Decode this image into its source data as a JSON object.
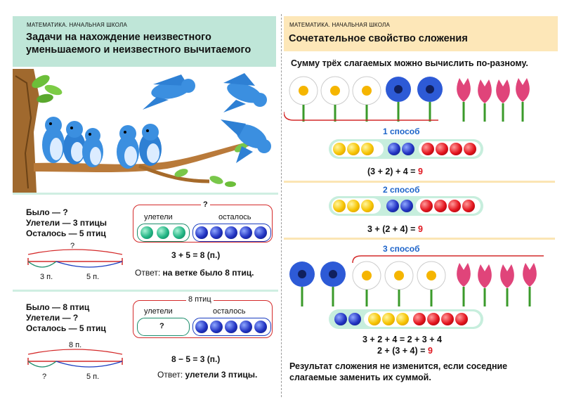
{
  "left": {
    "series": "МАТЕМАТИКА. НАЧАЛЬНАЯ ШКОЛА",
    "title_line1": "Задачи на нахождение неизвестного",
    "title_line2": "уменьшаемого и неизвестного вычитаемого",
    "task1": {
      "line1": "Было — ?",
      "line2": "Улетели — 3 птицы",
      "line3": "Осталось — 5 птиц",
      "q": "?",
      "seg1": "3 п.",
      "seg2": "5 п.",
      "box_q": "?",
      "flew_label": "улетели",
      "left_label": "осталось",
      "equation": "3 + 5 = 8 (п.)",
      "answer_prefix": "Ответ:",
      "answer_text": "на ветке было 8 птиц."
    },
    "task2": {
      "line1": "Было — 8 птиц",
      "line2": "Улетели — ?",
      "line3": "Осталось — 5 птиц",
      "top": "8 п.",
      "seg1": "?",
      "seg2": "5 п.",
      "box_top": "8 птиц",
      "flew_label": "улетели",
      "left_label": "осталось",
      "unknown": "?",
      "equation": "8 − 5 = 3 (п.)",
      "answer_prefix": "Ответ:",
      "answer_text": "улетели 3 птицы."
    }
  },
  "right": {
    "series": "МАТЕМАТИКА. НАЧАЛЬНАЯ ШКОЛА",
    "title": "Сочетательное свойство сложения",
    "intro": "Сумму трёх слагаемых можно вычислить по-разному.",
    "way1": "1 способ",
    "eq1_main": "(3 + 2) + 4 =",
    "eq1_res": "9",
    "way2": "2 способ",
    "eq2_main": "3 + (2 + 4) =",
    "eq2_res": "9",
    "way3": "3 способ",
    "eq3a": "3 + 2 + 4 = 2 + 3 + 4",
    "eq3b_main": "2 + (3 + 4) =",
    "eq3b_res": "9",
    "conclusion1": "Результат сложения не изменится, если соседние",
    "conclusion2": "слагаемые заменить их суммой."
  }
}
